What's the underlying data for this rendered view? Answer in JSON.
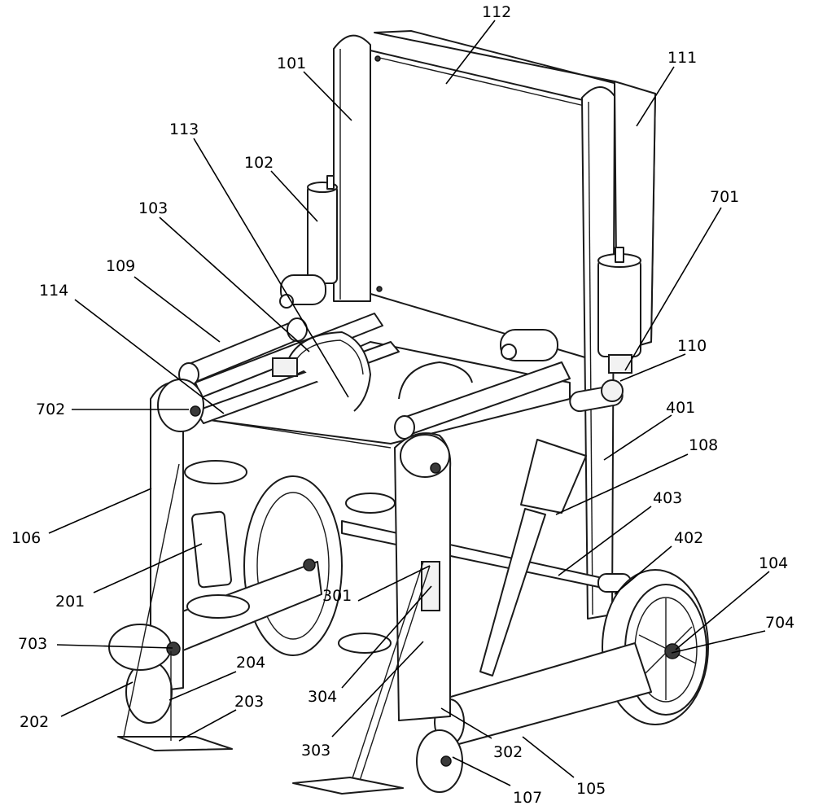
{
  "labels": {
    "l112": "112",
    "l101": "101",
    "l111": "111",
    "l113": "113",
    "l102": "102",
    "l701": "701",
    "l103": "103",
    "l109": "109",
    "l114": "114",
    "l110": "110",
    "l702": "702",
    "l401": "401",
    "l108": "108",
    "l403": "403",
    "l106": "106",
    "l402": "402",
    "l104": "104",
    "l201": "201",
    "l301": "301",
    "l704": "704",
    "l703": "703",
    "l204": "204",
    "l304": "304",
    "l203": "203",
    "l202": "202",
    "l303": "303",
    "l302": "302",
    "l107": "107",
    "l105": "105"
  },
  "colors": {
    "line": "#1a1a1a",
    "fill": "#ffffff",
    "shade": "#f2f2f2"
  }
}
